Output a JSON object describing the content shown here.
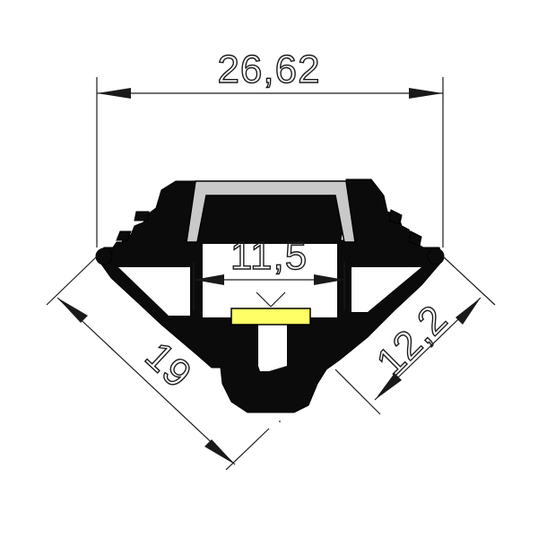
{
  "dimensions": {
    "overall_width": "26,62",
    "inner_width": "11,5",
    "left_side": "19",
    "right_depth": "12,2"
  },
  "colors": {
    "profile": "#0b0b0b",
    "diffuser": "#c9c9c9",
    "led": "#ffff66",
    "lines": "#1a1a1a"
  }
}
